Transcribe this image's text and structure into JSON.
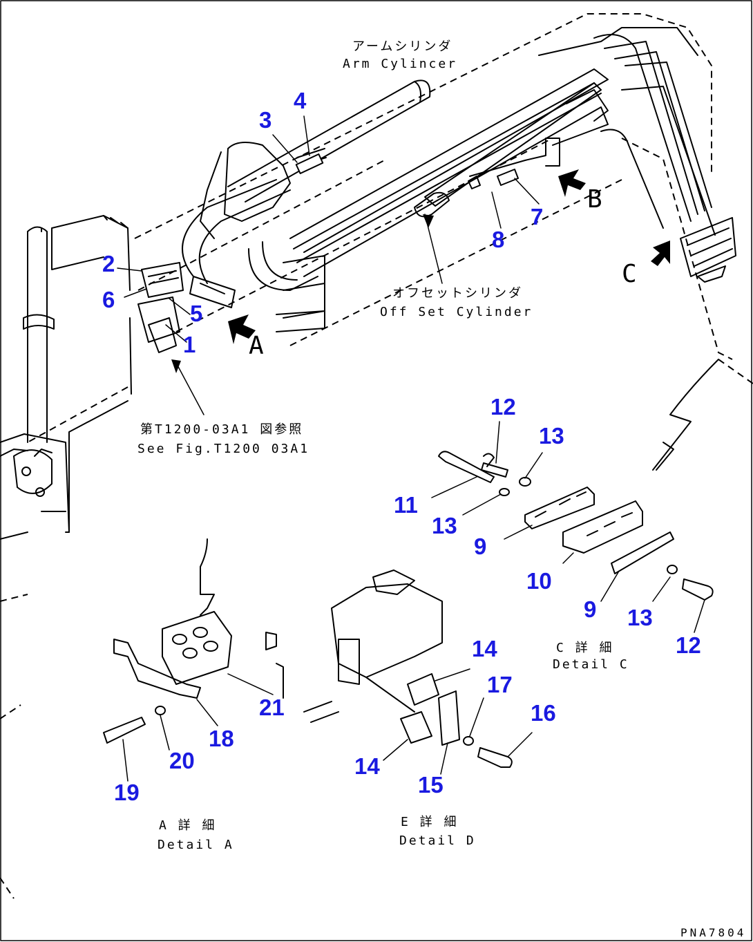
{
  "labels": {
    "arm_cylinder_jp": "アームシリンダ",
    "arm_cylinder_en": "Arm Cylincer",
    "offset_cylinder_jp": "オフセットシリンダ",
    "offset_cylinder_en": "Off Set Cylinder",
    "see_fig_jp": "第T1200-03A1 図参照",
    "see_fig_en": "See Fig.T1200 03A1",
    "detail_c_jp": "C 詳 細",
    "detail_c_en": "Detail C",
    "detail_a_jp": "A 詳 細",
    "detail_a_en": "Detail A",
    "detail_d_jp": "E 詳 細",
    "detail_d_en": "Detail D",
    "drawing_code": "PNA7804"
  },
  "view_arrows": [
    "A",
    "B",
    "C"
  ],
  "callouts": [
    "1",
    "2",
    "3",
    "4",
    "5",
    "6",
    "7",
    "8",
    "9",
    "10",
    "11",
    "12",
    "13",
    "14",
    "15",
    "16",
    "17",
    "18",
    "19",
    "20",
    "21"
  ],
  "callout_color": "#1a1ae0"
}
